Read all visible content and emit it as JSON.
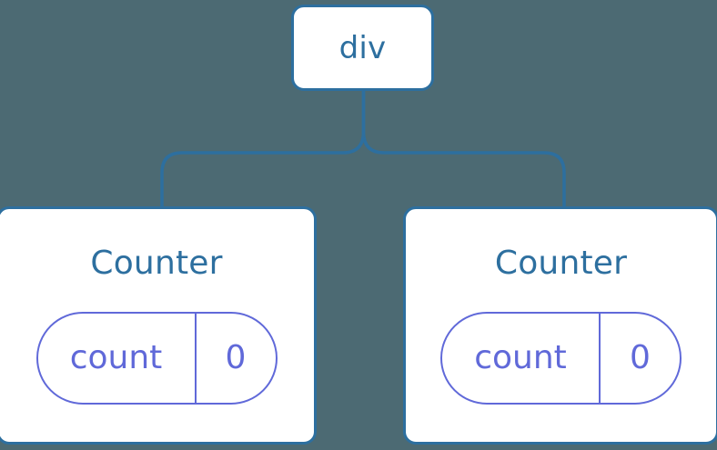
{
  "diagram": {
    "type": "component-tree",
    "background_color": "#4c6a73",
    "node_border_color": "#2d6f9f",
    "node_fill_color": "#ffffff",
    "node_label_color": "#2d6f9f",
    "connector_color": "#2d6f9f",
    "pill_color": "#6069d9"
  },
  "root": {
    "label": "div"
  },
  "children": [
    {
      "label": "Counter",
      "state": {
        "key": "count",
        "value": "0"
      }
    },
    {
      "label": "Counter",
      "state": {
        "key": "count",
        "value": "0"
      }
    }
  ]
}
